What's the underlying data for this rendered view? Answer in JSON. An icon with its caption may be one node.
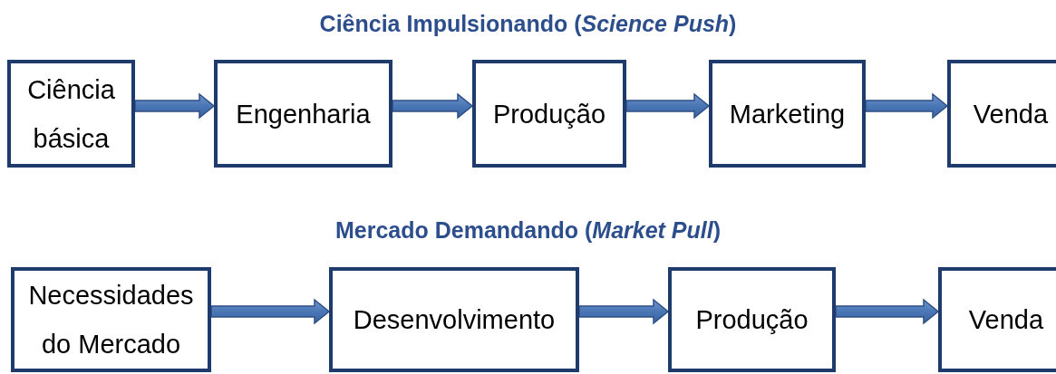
{
  "diagram": {
    "nodes": [
      {
        "text": [
          "Ciência básica"
        ]
      },
      {
        "text": [
          "Engenharia"
        ]
      },
      {
        "text": [
          "Produção"
        ]
      },
      {
        "text": [
          "Marketing"
        ]
      },
      {
        "text": [
          "Venda"
        ]
      },
      {
        "text": [
          "Necessidades do Mercado"
        ]
      },
      {
        "text": [
          "Desenvolvimento"
        ]
      },
      {
        "text": [
          "Produção"
        ]
      },
      {
        "text": [
          "Venda"
        ]
      }
    ],
    "edges": [
      {
        "from": 0,
        "to": 1,
        "arrow": "to"
      },
      {
        "from": 1,
        "to": 2,
        "arrow": "to"
      },
      {
        "from": 2,
        "to": 3,
        "arrow": "to"
      },
      {
        "from": 3,
        "to": 4,
        "arrow": "to"
      },
      {
        "from": 5,
        "to": 6,
        "arrow": "to"
      },
      {
        "from": 6,
        "to": 7,
        "arrow": "to"
      },
      {
        "from": 7,
        "to": 8,
        "arrow": "to"
      }
    ],
    "labels": [
      "Ciência Impulsionando (*Science Push*)",
      "Mercado Demandando (*Market Pull*)"
    ]
  }
}
